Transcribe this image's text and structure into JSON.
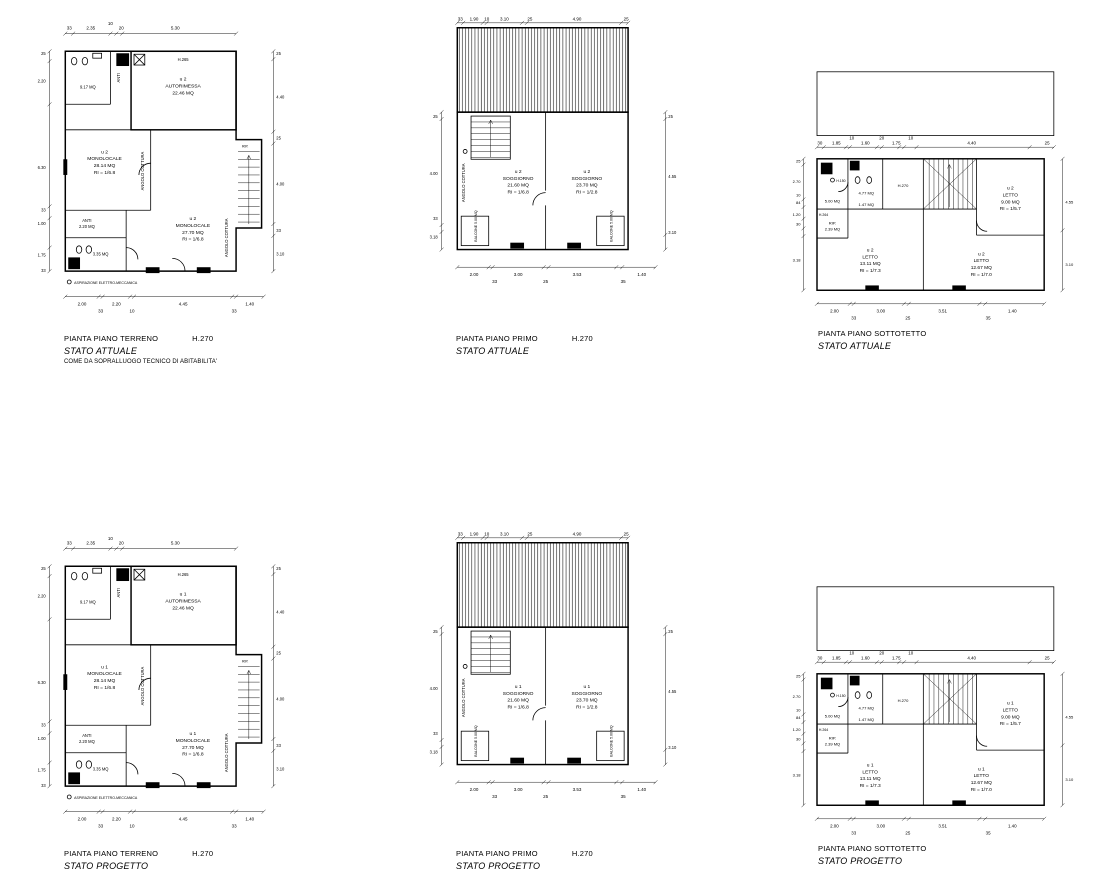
{
  "sheet": {
    "background": "#ffffff",
    "line_color": "#000000"
  },
  "plans": [
    {
      "caption": {
        "title": "PIANTA PIANO TERRENO",
        "height": "H.270",
        "state": "STATO ATTUALE",
        "note": "COME DA SOPRALLUOGO TECNICO DI ABITABILITA'"
      },
      "rooms": {
        "anti_top": {
          "name": "ANTI",
          "area": "9.17 MQ"
        },
        "garage": {
          "unit": "u 2",
          "name": "AUTORIMESSA",
          "area": "22.46 MQ"
        },
        "garage_height": "H.265",
        "monolocale1": {
          "unit": "u 2",
          "name": "MONOLOCALE",
          "area": "28.14 MQ",
          "ri": "RI = 1/6.8"
        },
        "monolocale2": {
          "unit": "u 2",
          "name": "MONOLOCALE",
          "area": "27.70 MQ",
          "ri": "RI = 1/6.8"
        },
        "anti_bottom": {
          "name": "ANTI",
          "area": "2.20 MQ"
        },
        "bagno": {
          "area": "3.35 MQ"
        },
        "rip": "RIP.",
        "cottura1": "ANGOLO COTTURA",
        "cottura2": "ANGOLO COTTURA"
      },
      "note_bottom": "ASPIRAZIONE ELETTRO-MECCANICA",
      "dims": {
        "top": [
          "33",
          "2.35",
          "10",
          "20",
          "5.30"
        ],
        "left": [
          "25",
          "2.20",
          "6.30",
          "33",
          "1.00",
          "1.75",
          "33"
        ],
        "right": [
          "25",
          "4.40",
          "25",
          "4.00",
          "33",
          "3.10"
        ],
        "bottom": [
          "2.00",
          "2.20",
          "4.45",
          "1.40"
        ],
        "bottom_sub": [
          "33",
          "10",
          "33"
        ]
      }
    },
    {
      "caption": {
        "title": "PIANTA PIANO PRIMO",
        "height": "H.270",
        "state": "STATO ATTUALE"
      },
      "rooms": {
        "cottura": "ANGOLO COTTURA",
        "soggiorno1": {
          "unit": "u 2",
          "name": "SOGGIORNO",
          "area": "21.60 MQ",
          "ri": "RI = 1/6.8"
        },
        "soggiorno2": {
          "unit": "u 2",
          "name": "SOGGIORNO",
          "area": "23.70 MQ",
          "ri": "RI = 1/2.8"
        },
        "balcone_left": "BALCONE 5.00 MQ",
        "balcone_right": "BALCONE 5.00 MQ"
      },
      "dims": {
        "top": [
          "33",
          "1.90",
          "10",
          "3.10",
          "25",
          "4.90",
          "25"
        ],
        "left": [
          "25",
          "4.00",
          "33",
          "3.18"
        ],
        "right": [
          "25",
          "4.55",
          "3.10"
        ],
        "bottom": [
          "2.00",
          "3.00",
          "3.53",
          "1.40"
        ],
        "bottom_sub": [
          "33",
          "25",
          "35"
        ]
      }
    },
    {
      "caption": {
        "title": "PIANTA PIANO SOTTOTETTO",
        "state": "STATO ATTUALE"
      },
      "rooms": {
        "bagno1": {
          "area": "5.00 MQ",
          "height": "H.150"
        },
        "bagno2": {
          "area": "4.77 MQ"
        },
        "antibagno": {
          "area": "1.47 MQ"
        },
        "rip": {
          "name": "RIP.",
          "area": "2.39 MQ"
        },
        "h264": "H.264",
        "h270": "H.270",
        "letto1": {
          "unit": "u 2",
          "name": "LETTO",
          "area": "13.11 MQ",
          "ri": "RI = 1/7.3"
        },
        "letto2": {
          "unit": "u 2",
          "name": "LETTO",
          "area": "12.67 MQ",
          "ri": "RI = 1/7.0"
        },
        "letto3": {
          "unit": "u 2",
          "name": "LETTO",
          "area": "9.00 MQ",
          "ri": "RI = 1/5.7"
        }
      },
      "dims": {
        "top": [
          "30",
          "1.85",
          "10",
          "1.60",
          "20",
          "1.75",
          "10",
          "4.40",
          "25"
        ],
        "left": [
          "25",
          "2.70",
          "10",
          "84",
          "1.20",
          "30",
          "3.18"
        ],
        "right": [
          "4.55",
          "3.10"
        ],
        "bottom": [
          "2.00",
          "3.00",
          "3.51",
          "1.40"
        ],
        "bottom_sub": [
          "33",
          "25",
          "35"
        ]
      }
    },
    {
      "caption": {
        "title": "PIANTA PIANO TERRENO",
        "height": "H.270",
        "state": "STATO PROGETTO"
      },
      "rooms": {
        "anti_top": {
          "name": "ANTI",
          "area": "9.17 MQ"
        },
        "garage": {
          "unit": "u 1",
          "name": "AUTORIMESSA",
          "area": "22.46 MQ"
        },
        "garage_height": "H.265",
        "monolocale1": {
          "unit": "u 1",
          "name": "MONOLOCALE",
          "area": "28.14 MQ",
          "ri": "RI = 1/6.8"
        },
        "monolocale2": {
          "unit": "u 1",
          "name": "MONOLOCALE",
          "area": "27.70 MQ",
          "ri": "RI = 1/6.8"
        },
        "anti_bottom": {
          "name": "ANTI",
          "area": "2.20 MQ"
        },
        "bagno": {
          "area": "3.35 MQ"
        },
        "rip": "RIP.",
        "cottura1": "ANGOLO COTTURA",
        "cottura2": "ANGOLO COTTURA"
      },
      "note_bottom": "ASPIRAZIONE ELETTRO-MECCANICA",
      "dims": {
        "top": [
          "33",
          "2.35",
          "10",
          "20",
          "5.30"
        ],
        "left": [
          "25",
          "2.20",
          "6.30",
          "33",
          "1.00",
          "1.75",
          "33"
        ],
        "right": [
          "25",
          "4.40",
          "25",
          "4.00",
          "33",
          "3.10"
        ],
        "bottom": [
          "2.00",
          "2.20",
          "4.45",
          "1.40"
        ],
        "bottom_sub": [
          "33",
          "10",
          "33"
        ]
      }
    },
    {
      "caption": {
        "title": "PIANTA PIANO PRIMO",
        "height": "H.270",
        "state": "STATO PROGETTO"
      },
      "rooms": {
        "cottura": "ANGOLO COTTURA",
        "soggiorno1": {
          "unit": "u 1",
          "name": "SOGGIORNO",
          "area": "21.60 MQ",
          "ri": "RI = 1/6.8"
        },
        "soggiorno2": {
          "unit": "u 1",
          "name": "SOGGIORNO",
          "area": "23.70 MQ",
          "ri": "RI = 1/2.8"
        },
        "balcone_left": "BALCONE 5.00 MQ",
        "balcone_right": "BALCONE 5.00 MQ"
      },
      "dims": {
        "top": [
          "33",
          "1.90",
          "10",
          "3.10",
          "25",
          "4.90",
          "25"
        ],
        "left": [
          "25",
          "4.00",
          "33",
          "3.18"
        ],
        "right": [
          "25",
          "4.55",
          "3.10"
        ],
        "bottom": [
          "2.00",
          "3.00",
          "3.53",
          "1.40"
        ],
        "bottom_sub": [
          "33",
          "25",
          "35"
        ]
      }
    },
    {
      "caption": {
        "title": "PIANTA PIANO SOTTOTETTO",
        "state": "STATO PROGETTO"
      },
      "rooms": {
        "bagno1": {
          "area": "5.00 MQ",
          "height": "H.150"
        },
        "bagno2": {
          "area": "4.77 MQ"
        },
        "antibagno": {
          "area": "1.47 MQ"
        },
        "rip": {
          "name": "RIP.",
          "area": "2.39 MQ"
        },
        "h264": "H.264",
        "h270": "H.270",
        "letto1": {
          "unit": "u 1",
          "name": "LETTO",
          "area": "13.11 MQ",
          "ri": "RI = 1/7.3"
        },
        "letto2": {
          "unit": "u 1",
          "name": "LETTO",
          "area": "12.67 MQ",
          "ri": "RI = 1/7.0"
        },
        "letto3": {
          "unit": "u 1",
          "name": "LETTO",
          "area": "9.00 MQ",
          "ri": "RI = 1/5.7"
        }
      },
      "dims": {
        "top": [
          "30",
          "1.85",
          "10",
          "1.60",
          "20",
          "1.75",
          "10",
          "4.40",
          "25"
        ],
        "left": [
          "25",
          "2.70",
          "10",
          "84",
          "1.20",
          "30",
          "3.18"
        ],
        "right": [
          "4.55",
          "3.10"
        ],
        "bottom": [
          "2.00",
          "3.00",
          "3.51",
          "1.40"
        ],
        "bottom_sub": [
          "33",
          "25",
          "35"
        ]
      }
    }
  ]
}
